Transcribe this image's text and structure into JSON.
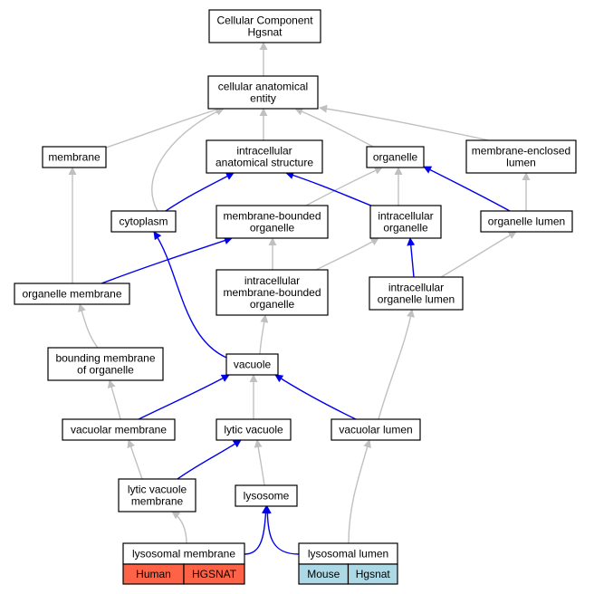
{
  "colors": {
    "isa_edge": "#c0c0c0",
    "partof_edge": "#0000ee",
    "human_cell": "#ff6347",
    "mouse_cell": "#add8e6",
    "node_border": "#000000",
    "background": "#ffffff"
  },
  "nodes": [
    {
      "id": "cellular_component_hgsnat",
      "lines": [
        "Cellular Component",
        "Hgsnat"
      ]
    },
    {
      "id": "cellular_anatomical_entity",
      "lines": [
        "cellular anatomical",
        "entity"
      ]
    },
    {
      "id": "membrane",
      "lines": [
        "membrane"
      ]
    },
    {
      "id": "intracellular_anatomical_structure",
      "lines": [
        "intracellular",
        "anatomical structure"
      ]
    },
    {
      "id": "organelle",
      "lines": [
        "organelle"
      ]
    },
    {
      "id": "membrane_enclosed_lumen",
      "lines": [
        "membrane-enclosed",
        "lumen"
      ]
    },
    {
      "id": "cytoplasm",
      "lines": [
        "cytoplasm"
      ]
    },
    {
      "id": "membrane_bounded_organelle",
      "lines": [
        "membrane-bounded",
        "organelle"
      ]
    },
    {
      "id": "intracellular_organelle",
      "lines": [
        "intracellular",
        "organelle"
      ]
    },
    {
      "id": "organelle_lumen",
      "lines": [
        "organelle lumen"
      ]
    },
    {
      "id": "organelle_membrane",
      "lines": [
        "organelle membrane"
      ]
    },
    {
      "id": "intracellular_membrane_bounded_organelle",
      "lines": [
        "intracellular",
        "membrane-bounded",
        "organelle"
      ]
    },
    {
      "id": "intracellular_organelle_lumen",
      "lines": [
        "intracellular",
        "organelle lumen"
      ]
    },
    {
      "id": "bounding_membrane_of_organelle",
      "lines": [
        "bounding membrane",
        "of organelle"
      ]
    },
    {
      "id": "vacuole",
      "lines": [
        "vacuole"
      ]
    },
    {
      "id": "vacuolar_membrane",
      "lines": [
        "vacuolar membrane"
      ]
    },
    {
      "id": "lytic_vacuole",
      "lines": [
        "lytic vacuole"
      ]
    },
    {
      "id": "vacuolar_lumen",
      "lines": [
        "vacuolar lumen"
      ]
    },
    {
      "id": "lytic_vacuole_membrane",
      "lines": [
        "lytic vacuole",
        "membrane"
      ]
    },
    {
      "id": "lysosome",
      "lines": [
        "lysosome"
      ]
    },
    {
      "id": "lysosomal_membrane",
      "lines": [
        "lysosomal membrane"
      ],
      "annotation": {
        "species": "Human",
        "gene": "HGSNAT",
        "color_key": "human_cell"
      }
    },
    {
      "id": "lysosomal_lumen",
      "lines": [
        "lysosomal lumen"
      ],
      "annotation": {
        "species": "Mouse",
        "gene": "Hgsnat",
        "color_key": "mouse_cell"
      }
    }
  ],
  "edges": [
    {
      "from": "cellular_anatomical_entity",
      "to": "cellular_component_hgsnat",
      "relation": "is_a"
    },
    {
      "from": "membrane",
      "to": "cellular_anatomical_entity",
      "relation": "is_a"
    },
    {
      "from": "intracellular_anatomical_structure",
      "to": "cellular_anatomical_entity",
      "relation": "is_a"
    },
    {
      "from": "organelle",
      "to": "cellular_anatomical_entity",
      "relation": "is_a"
    },
    {
      "from": "membrane_enclosed_lumen",
      "to": "cellular_anatomical_entity",
      "relation": "is_a"
    },
    {
      "from": "cytoplasm",
      "to": "cellular_anatomical_entity",
      "relation": "is_a"
    },
    {
      "from": "cytoplasm",
      "to": "intracellular_anatomical_structure",
      "relation": "part_of"
    },
    {
      "from": "membrane_bounded_organelle",
      "to": "organelle",
      "relation": "is_a"
    },
    {
      "from": "intracellular_organelle",
      "to": "organelle",
      "relation": "is_a"
    },
    {
      "from": "intracellular_organelle",
      "to": "intracellular_anatomical_structure",
      "relation": "part_of"
    },
    {
      "from": "organelle_lumen",
      "to": "membrane_enclosed_lumen",
      "relation": "is_a"
    },
    {
      "from": "organelle_lumen",
      "to": "organelle",
      "relation": "part_of"
    },
    {
      "from": "organelle_membrane",
      "to": "membrane",
      "relation": "is_a"
    },
    {
      "from": "organelle_membrane",
      "to": "membrane_bounded_organelle",
      "relation": "part_of"
    },
    {
      "from": "intracellular_membrane_bounded_organelle",
      "to": "membrane_bounded_organelle",
      "relation": "is_a"
    },
    {
      "from": "intracellular_membrane_bounded_organelle",
      "to": "intracellular_organelle",
      "relation": "is_a"
    },
    {
      "from": "intracellular_organelle_lumen",
      "to": "intracellular_organelle",
      "relation": "part_of"
    },
    {
      "from": "intracellular_organelle_lumen",
      "to": "organelle_lumen",
      "relation": "is_a"
    },
    {
      "from": "bounding_membrane_of_organelle",
      "to": "organelle_membrane",
      "relation": "is_a"
    },
    {
      "from": "vacuole",
      "to": "intracellular_membrane_bounded_organelle",
      "relation": "is_a"
    },
    {
      "from": "vacuole",
      "to": "cytoplasm",
      "relation": "part_of"
    },
    {
      "from": "vacuolar_membrane",
      "to": "bounding_membrane_of_organelle",
      "relation": "is_a"
    },
    {
      "from": "vacuolar_membrane",
      "to": "vacuole",
      "relation": "part_of"
    },
    {
      "from": "lytic_vacuole",
      "to": "vacuole",
      "relation": "is_a"
    },
    {
      "from": "vacuolar_lumen",
      "to": "vacuole",
      "relation": "part_of"
    },
    {
      "from": "vacuolar_lumen",
      "to": "intracellular_organelle_lumen",
      "relation": "is_a"
    },
    {
      "from": "lytic_vacuole_membrane",
      "to": "vacuolar_membrane",
      "relation": "is_a"
    },
    {
      "from": "lytic_vacuole_membrane",
      "to": "lytic_vacuole",
      "relation": "part_of"
    },
    {
      "from": "lysosome",
      "to": "lytic_vacuole",
      "relation": "is_a"
    },
    {
      "from": "lysosomal_membrane",
      "to": "lytic_vacuole_membrane",
      "relation": "is_a"
    },
    {
      "from": "lysosomal_membrane",
      "to": "lysosome",
      "relation": "part_of"
    },
    {
      "from": "lysosomal_lumen",
      "to": "lysosome",
      "relation": "part_of"
    },
    {
      "from": "lysosomal_lumen",
      "to": "vacuolar_lumen",
      "relation": "is_a"
    }
  ]
}
